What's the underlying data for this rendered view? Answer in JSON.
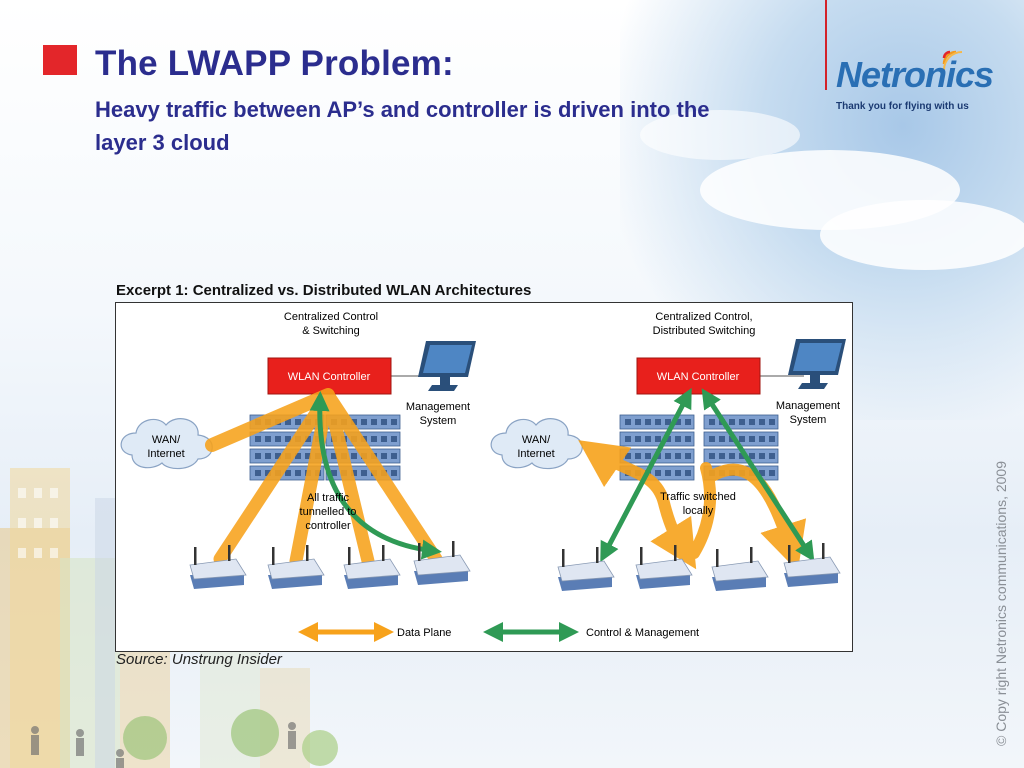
{
  "slide": {
    "title": "The LWAPP Problem:",
    "subtitle": "Heavy traffic between AP’s and controller is driven into the layer 3 cloud",
    "copyright": "© Copy right Netronics communications, 2009"
  },
  "logo": {
    "name": "Netronics",
    "tagline": "Thank you for flying with us"
  },
  "figure": {
    "excerpt_title": "Excerpt 1: Centralized vs. Distributed WLAN Architectures",
    "source": "Source: Unstrung Insider",
    "left": {
      "heading_line1": "Centralized Control",
      "heading_line2": "& Switching",
      "controller": "WLAN Controller",
      "mgmt_line1": "Management",
      "mgmt_line2": "System",
      "wan_line1": "WAN/",
      "wan_line2": "Internet",
      "traffic_line1": "All traffic",
      "traffic_line2": "tunnelled to",
      "traffic_line3": "controller"
    },
    "right": {
      "heading_line1": "Centralized Control,",
      "heading_line2": "Distributed Switching",
      "controller": "WLAN Controller",
      "mgmt_line1": "Management",
      "mgmt_line2": "System",
      "wan_line1": "WAN/",
      "wan_line2": "Internet",
      "traffic_line1": "Traffic switched",
      "traffic_line2": "locally"
    },
    "legend": {
      "data_plane": "Data Plane",
      "control": "Control & Management"
    },
    "colors": {
      "controller": "#e8201c",
      "data_plane": "#f7a21b",
      "control": "#2f9a55",
      "switch": "#6b8fc2"
    }
  }
}
